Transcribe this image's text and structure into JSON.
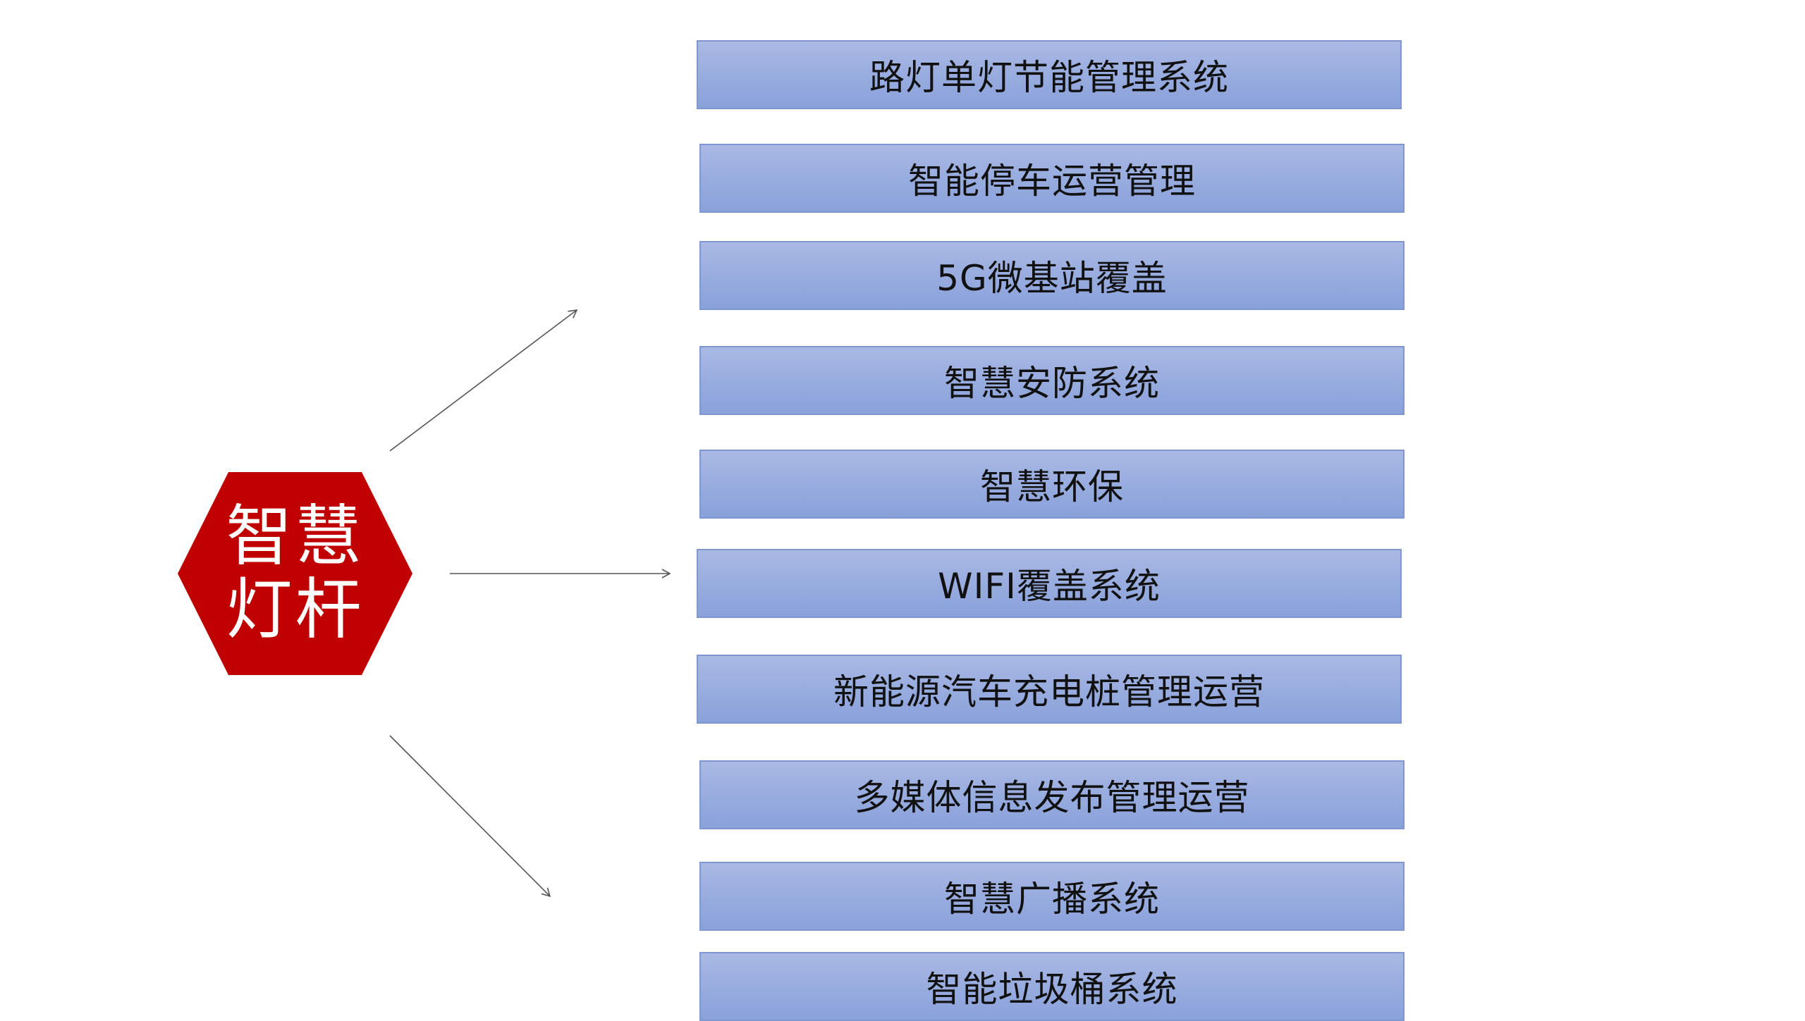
{
  "center_node": {
    "line1": "智慧",
    "line2": "灯杆",
    "fill_color": "#c00000"
  },
  "items": [
    {
      "label": "路灯单灯节能管理系统"
    },
    {
      "label": "智能停车运营管理"
    },
    {
      "label": "5G微基站覆盖"
    },
    {
      "label": "智慧安防系统"
    },
    {
      "label": "智慧环保"
    },
    {
      "label": "WIFI覆盖系统"
    },
    {
      "label": "新能源汽车充电桩管理运营"
    },
    {
      "label": "多媒体信息发布管理运营"
    },
    {
      "label": "智慧广播系统"
    },
    {
      "label": "智能垃圾桶系统"
    }
  ],
  "style": {
    "box_fill": "#98acdf",
    "box_border": "#7f97cf",
    "arrow_color": "#555555"
  }
}
